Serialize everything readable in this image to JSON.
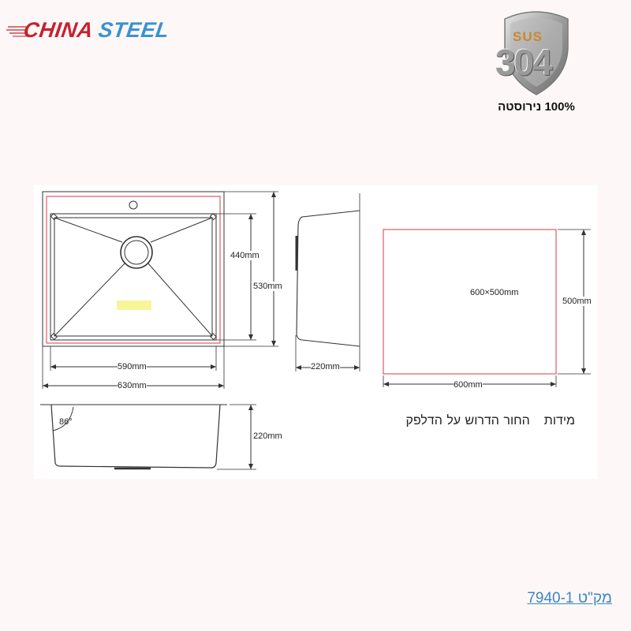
{
  "brand": {
    "word1": "CHINA",
    "word2": "STEEL",
    "color1": "#c8202e",
    "color2": "#3a93cf"
  },
  "badge": {
    "grade_prefix": "SUS",
    "grade_number": "304",
    "caption": "100% נירוסטה"
  },
  "drawing": {
    "top_view": {
      "inner_height": "440mm",
      "outer_height": "530mm",
      "inner_width": "590mm",
      "outer_width": "630mm"
    },
    "side_depth_view": {
      "depth": "220mm"
    },
    "front_section_view": {
      "angle": "86°",
      "depth": "220mm"
    },
    "cutout": {
      "size_label": "600×500mm",
      "height": "500mm",
      "width": "600mm",
      "caption_part1": "מידות",
      "caption_part2": "החור הדרוש על הדלפק"
    },
    "colors": {
      "line": "#333333",
      "cutout_outline": "#d9384a",
      "highlight": "#f7f59a"
    }
  },
  "footer": {
    "sku_label": "מק\"ט 7940-1"
  }
}
